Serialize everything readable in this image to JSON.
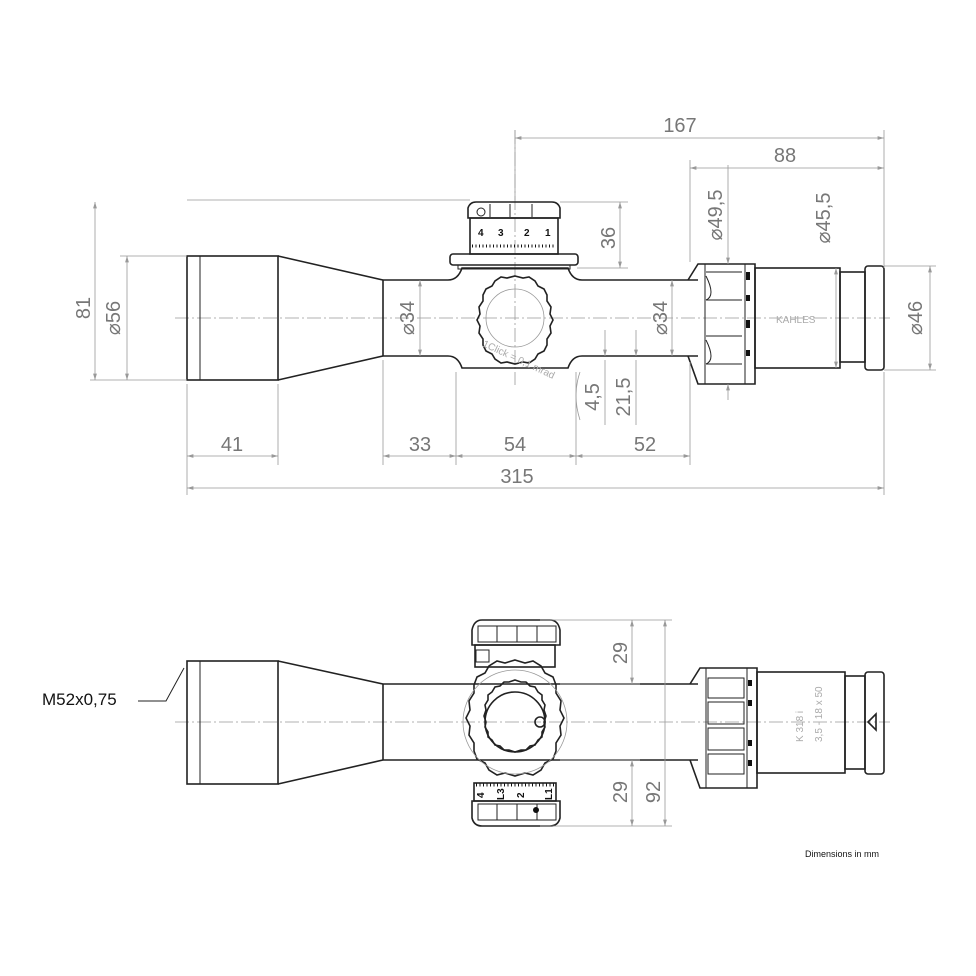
{
  "top_view": {
    "dimensions": {
      "total_length": "167",
      "eyepiece_length": "88",
      "overall_height": "81",
      "objective_dia": "⌀56",
      "turret_height": "36",
      "tube_dia_front": "⌀34",
      "tube_dia_rear": "⌀34",
      "mag_ring_dia": "⌀49,5",
      "ocular_dia": "⌀45,5",
      "eyecup_dia": "⌀46",
      "offset_small": "4,5",
      "offset_large": "21,5",
      "bell_length": "41",
      "front_tube": "33",
      "saddle": "54",
      "rear_tube": "52",
      "overall_length": "315"
    },
    "engravings": {
      "brand": "KAHLES",
      "click": "1Click = 0,1 mrad",
      "dial_numbers": [
        "4",
        "3",
        "2",
        "1"
      ]
    }
  },
  "bottom_view": {
    "dimensions": {
      "turret_top": "29",
      "turret_bottom": "29",
      "turret_total": "92"
    },
    "thread_label": "M52x0,75",
    "engravings": {
      "model": "K 318 i",
      "spec": "3,5 - 18 x 50",
      "dial_numbers": [
        "4",
        "L3",
        "2",
        "L1"
      ]
    }
  },
  "footnote": "Dimensions in mm"
}
